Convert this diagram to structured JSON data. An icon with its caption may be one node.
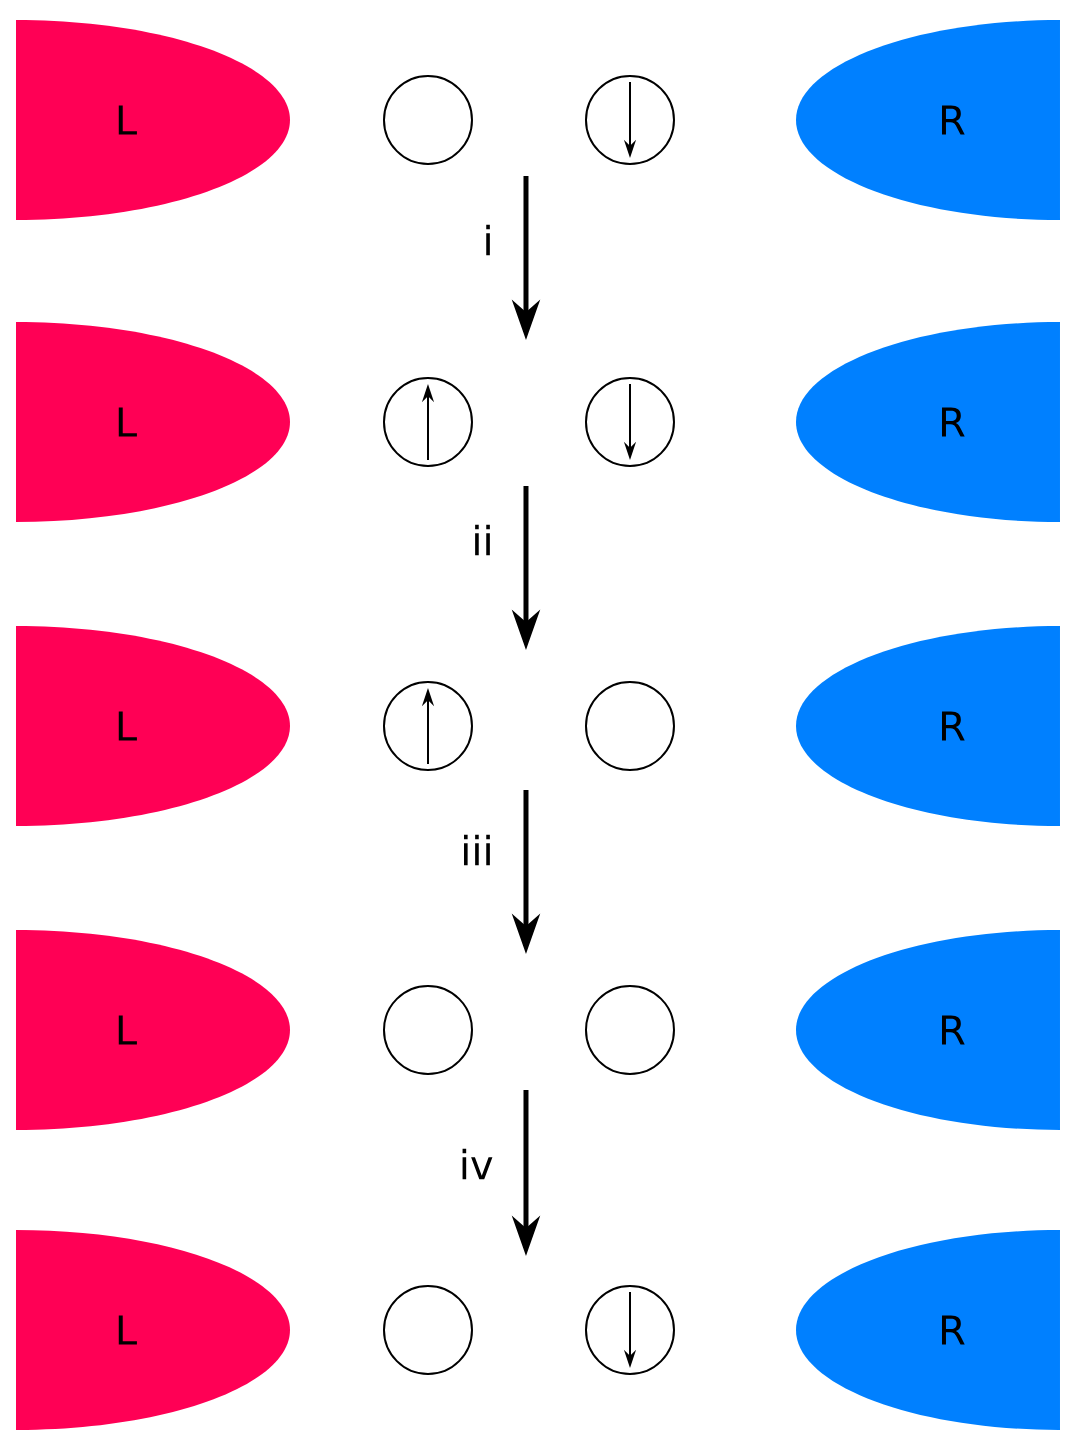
{
  "diagram": {
    "nodes": [
      {
        "text": [
          "L"
        ]
      },
      {
        "text": [],
        "shape": "circle"
      },
      {
        "text": [],
        "shape": "circle"
      },
      {
        "text": [
          "R"
        ]
      },
      {
        "text": [
          "L"
        ]
      },
      {
        "text": [],
        "shape": "circle"
      },
      {
        "text": [],
        "shape": "circle"
      },
      {
        "text": [
          "R"
        ]
      },
      {
        "text": [
          "L"
        ]
      },
      {
        "text": [],
        "shape": "circle"
      },
      {
        "text": [],
        "shape": "circle"
      },
      {
        "text": [
          "R"
        ]
      },
      {
        "text": [
          "L"
        ]
      },
      {
        "text": [],
        "shape": "circle"
      },
      {
        "text": [],
        "shape": "circle"
      },
      {
        "text": [
          "R"
        ]
      },
      {
        "text": [
          "L"
        ]
      },
      {
        "text": [],
        "shape": "circle"
      },
      {
        "text": [],
        "shape": "circle"
      },
      {
        "text": [
          "R"
        ]
      }
    ],
    "labels": [
      "i",
      "ii",
      "iii",
      "iv"
    ]
  }
}
